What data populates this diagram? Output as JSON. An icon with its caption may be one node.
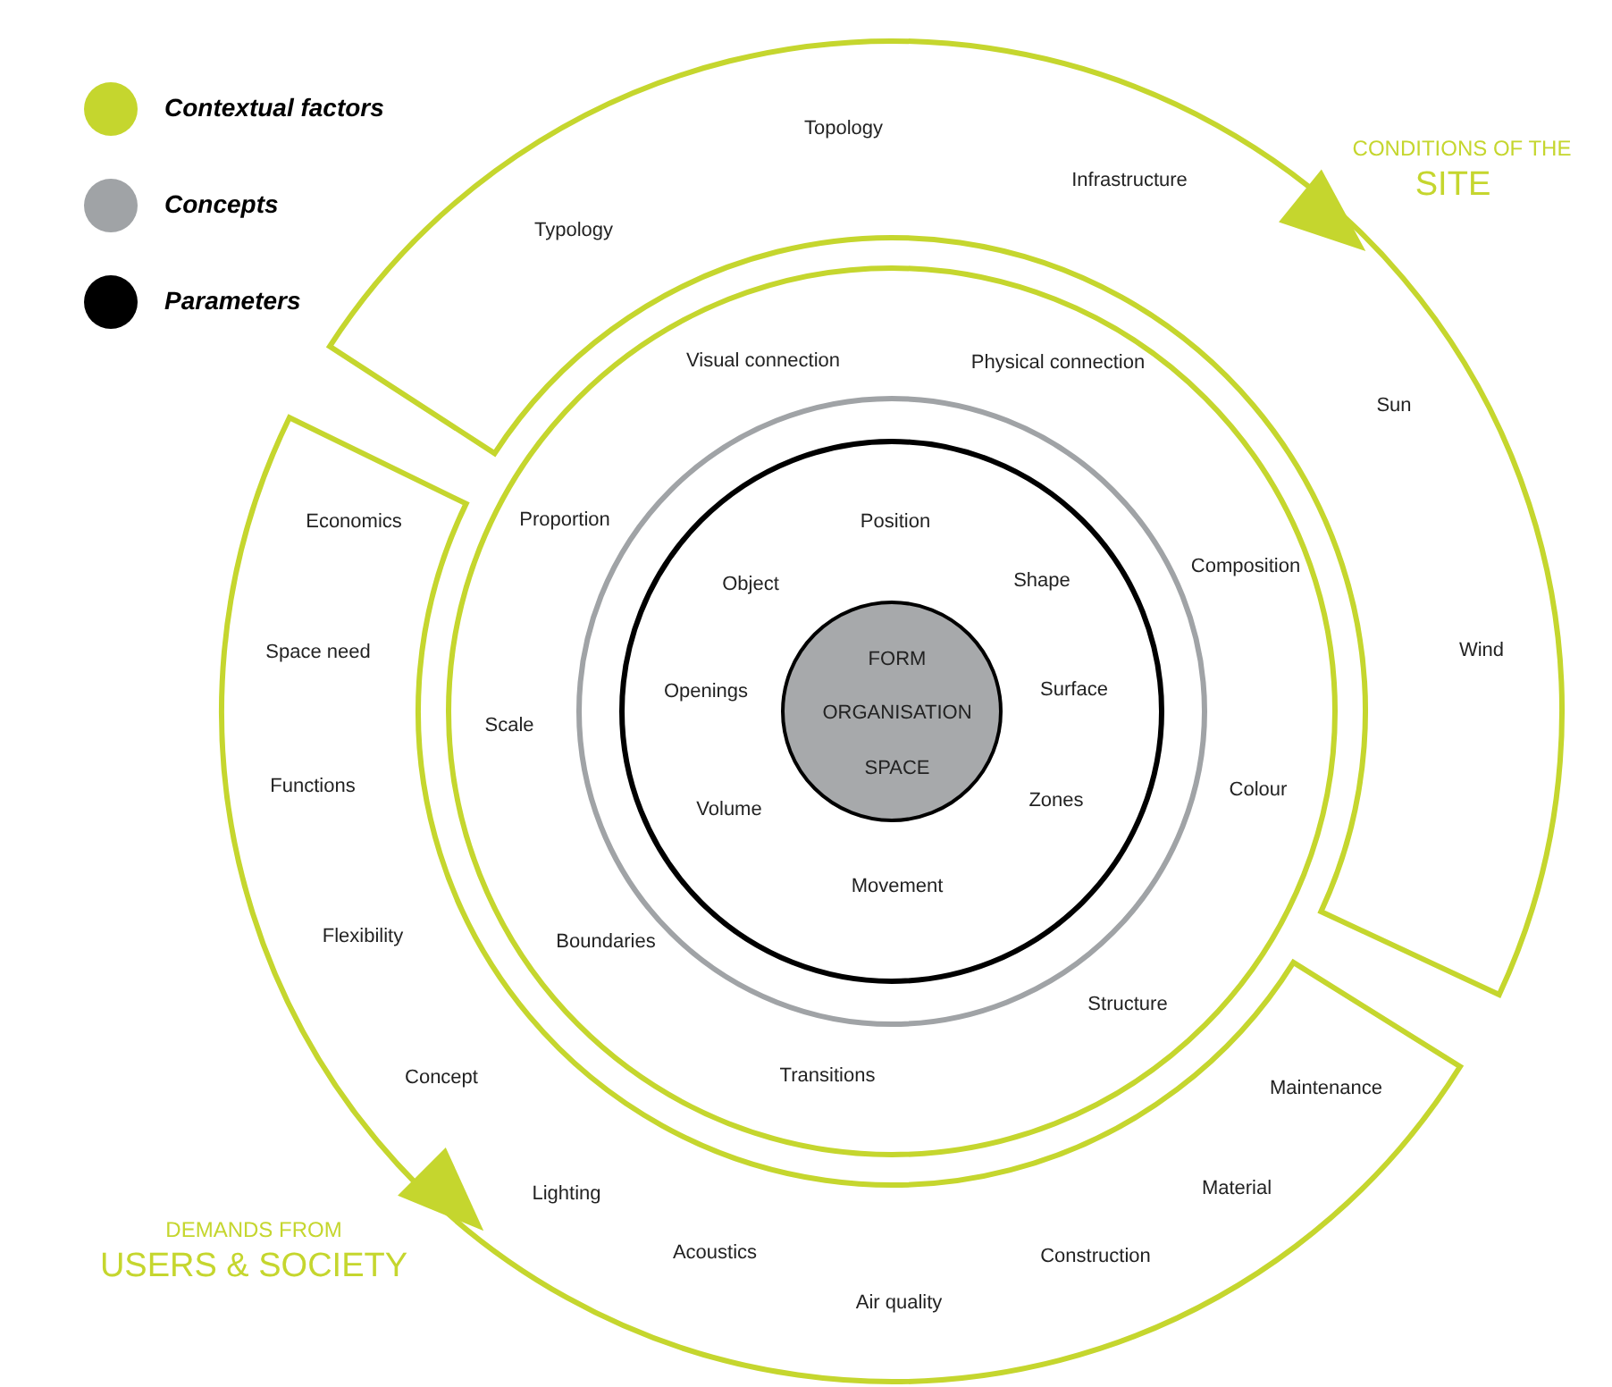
{
  "diagram": {
    "nodes": [
      {
        "text": [
          "CONDITIONS OF THE",
          "SITE",
          "Topology",
          "Infrastructure",
          "Typology",
          "Sun",
          "Wind"
        ]
      },
      {
        "text": [
          "Economics",
          "Space need",
          "Functions",
          "Flexibility",
          "Concept",
          "Lighting",
          "Acoustics",
          "Air quality",
          "Construction",
          "Material",
          "Maintenance",
          "DEMANDS FROM",
          "USERS & SOCIETY"
        ]
      },
      {
        "text": [],
        "shape": "circle"
      },
      {
        "text": [
          "Visual connection",
          "Physical connection",
          "Proportion",
          "Composition",
          "Scale",
          "Colour",
          "Boundaries",
          "Structure",
          "Transitions"
        ],
        "in": 2
      },
      {
        "text": [
          "Position",
          "Object",
          "Shape",
          "Openings",
          "Surface",
          "Volume",
          "Zones",
          "Movement"
        ],
        "in": 3
      },
      {
        "text": [
          "FORM",
          "ORGANISATION",
          "SPACE"
        ],
        "in": 4
      }
    ],
    "edges": [],
    "legend": [
      {
        "text": "Contextual factors",
        "color": "#c5d62e"
      },
      {
        "text": "Concepts",
        "color": "#a0a3a6"
      },
      {
        "text": "Parameters",
        "color": "#000000"
      }
    ]
  }
}
